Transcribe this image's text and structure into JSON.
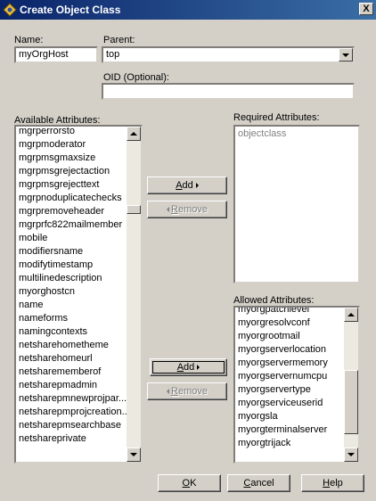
{
  "window": {
    "title": "Create Object Class",
    "close_label": "X"
  },
  "name": {
    "label": "Name:",
    "value": "myOrgHost"
  },
  "parent": {
    "label": "Parent:",
    "value": "top"
  },
  "oid": {
    "label": "OID (Optional):",
    "value": ""
  },
  "available": {
    "label": "Available Attributes:",
    "items": [
      "mgrperrorsto",
      "mgrpmoderator",
      "mgrpmsgmaxsize",
      "mgrpmsgrejectaction",
      "mgrpmsgrejecttext",
      "mgrpnoduplicatechecks",
      "mgrpremoveheader",
      "mgrprfc822mailmember",
      "mobile",
      "modifiersname",
      "modifytimestamp",
      "multilinedescription",
      "myorghostcn",
      "name",
      "nameforms",
      "namingcontexts",
      "netsharehometheme",
      "netsharehomeurl",
      "netsharememberof",
      "netsharepmadmin",
      "netsharepmnewprojpar...",
      "netsharepmprojcreation...",
      "netsharepmsearchbase",
      "netshareprivate"
    ]
  },
  "required": {
    "label": "Required Attributes:",
    "items": [
      "objectclass"
    ]
  },
  "allowed": {
    "label": "Allowed Attributes:",
    "items": [
      "myorgpatchlevel",
      "myorgresolvconf",
      "myorgrootmail",
      "myorgserverlocation",
      "myorgservermemory",
      "myorgservernumcpu",
      "myorgservertype",
      "myorgserviceuserid",
      "myorgsla",
      "myorgterminalserver",
      "myorgtrijack"
    ]
  },
  "buttons": {
    "add_required": {
      "mnemonic": "A",
      "rest": "dd"
    },
    "remove_required": {
      "mnemonic": "R",
      "rest": "emove"
    },
    "add_allowed": {
      "mnemonic": "A",
      "rest": "dd"
    },
    "remove_allowed": {
      "mnemonic": "R",
      "rest": "emove"
    },
    "ok": {
      "mnemonic": "O",
      "rest": "K"
    },
    "cancel": {
      "mnemonic": "C",
      "rest": "ancel"
    },
    "help": {
      "mnemonic": "H",
      "rest": "elp"
    }
  }
}
